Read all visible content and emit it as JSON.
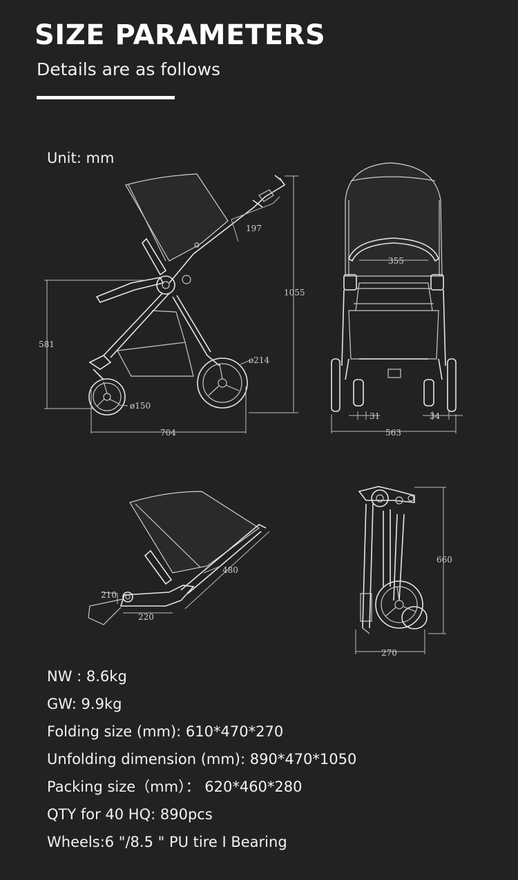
{
  "header": {
    "title": "SIZE PARAMETERS",
    "subtitle": "Details are as follows"
  },
  "unit_label": "Unit: mm",
  "dimensions": {
    "side_view": {
      "handle": "197",
      "seat_height": "581",
      "total_height": "1055",
      "rear_wheel": "ø214",
      "front_wheel": "ø150",
      "length": "704"
    },
    "front_view": {
      "bar_width": "355",
      "front_track": "31",
      "rear_track": "34",
      "total_width": "563"
    },
    "reclined_view": {
      "seat_depth": "210",
      "footrest": "220",
      "backrest": "480"
    },
    "folded_view": {
      "folded_height": "660",
      "folded_width": "270"
    }
  },
  "specs": [
    "NW : 8.6kg",
    "GW: 9.9kg",
    "Folding size (mm): 610*470*270",
    "Unfolding dimension (mm): 890*470*1050",
    "Packing size（mm）： 620*460*280",
    "QTY for 40 HQ: 890pcs",
    "Wheels:6 \"/8.5 \" PU tire I Bearing"
  ]
}
